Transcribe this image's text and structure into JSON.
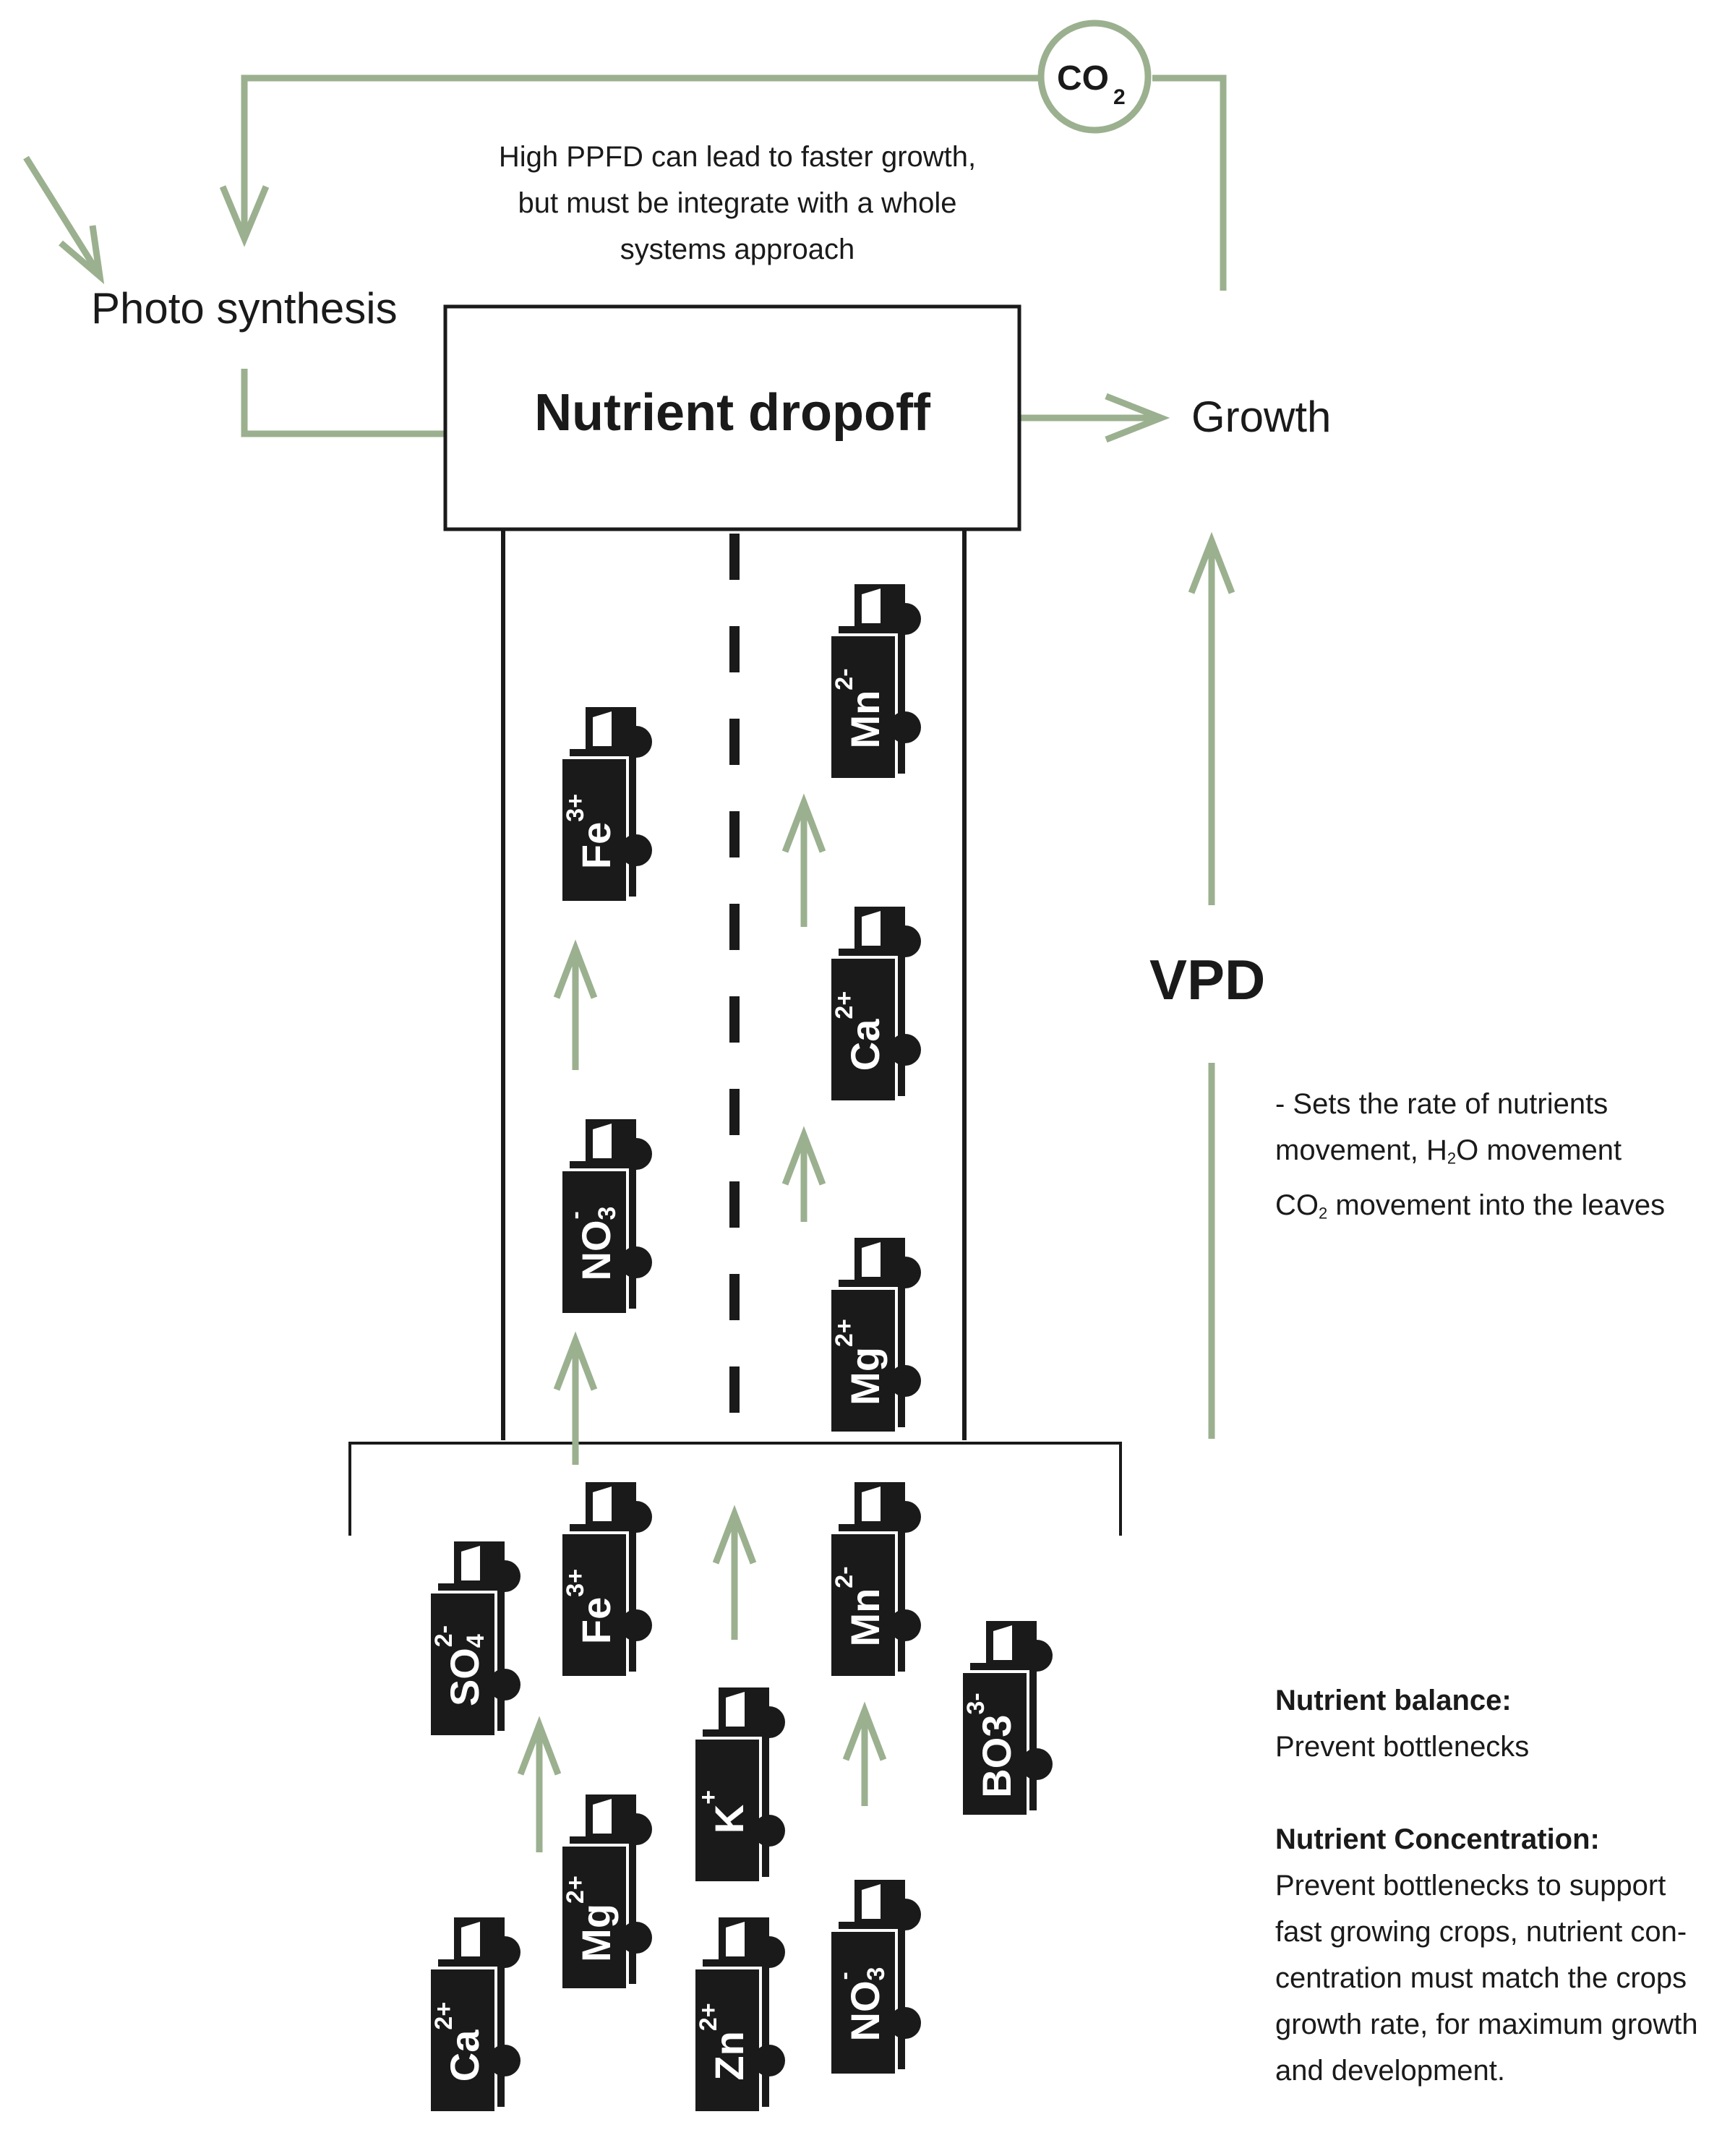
{
  "colors": {
    "arrow": "#9bb08f",
    "ink": "#1a1a1a",
    "box_fill": "#ffffff"
  },
  "caption": {
    "line1": "High PPFD can lead to faster growth,",
    "line2": "but must be integrate with a whole",
    "line3": "systems approach"
  },
  "labels": {
    "photosynthesis": "Photo synthesis",
    "growth": "Growth",
    "vpd": "VPD",
    "co2_main": "CO",
    "co2_sub": "2",
    "box_title": "Nutrient dropoff"
  },
  "vpd_note": {
    "line1": "- Sets the rate of nutrients",
    "line2a": "movement, H",
    "line2sub": "2",
    "line2b": "O movement",
    "line3a": "CO",
    "line3sub": "2",
    "line3b": " movement into the leaves"
  },
  "balance": {
    "heading1": "Nutrient balance:",
    "text1": "Prevent bottlenecks",
    "heading2": "Nutrient Concentration:",
    "text2_line1": "Prevent bottlenecks to support",
    "text2_line2": "fast growing crops, nutrient con-",
    "text2_line3": "centration must match the crops",
    "text2_line4": "growth rate, for maximum growth",
    "text2_line5": "and development."
  },
  "trucks": [
    {
      "name": "truck-fe-road",
      "base": "Fe",
      "sup": "3+",
      "sub": ""
    },
    {
      "name": "truck-mn-road",
      "base": "Mn",
      "sup": "2-",
      "sub": ""
    },
    {
      "name": "truck-ca-road",
      "base": "Ca",
      "sup": "2+",
      "sub": ""
    },
    {
      "name": "truck-no3-road",
      "base": "NO",
      "sup": "-",
      "sub": "3"
    },
    {
      "name": "truck-mg-road",
      "base": "Mg",
      "sup": "2+",
      "sub": ""
    },
    {
      "name": "truck-so4-pool",
      "base": "SO",
      "sup": "2-",
      "sub": "4"
    },
    {
      "name": "truck-fe-pool",
      "base": "Fe",
      "sup": "3+",
      "sub": ""
    },
    {
      "name": "truck-mn-pool",
      "base": "Mn",
      "sup": "2-",
      "sub": ""
    },
    {
      "name": "truck-bo3-pool",
      "base": "BO3",
      "sup": "3-",
      "sub": ""
    },
    {
      "name": "truck-k-pool",
      "base": "K",
      "sup": "+",
      "sub": ""
    },
    {
      "name": "truck-mg-pool",
      "base": "Mg",
      "sup": "2+",
      "sub": ""
    },
    {
      "name": "truck-ca-pool",
      "base": "Ca",
      "sup": "2+",
      "sub": ""
    },
    {
      "name": "truck-zn-pool",
      "base": "Zn",
      "sup": "2+",
      "sub": ""
    },
    {
      "name": "truck-no3-pool",
      "base": "NO",
      "sup": "-",
      "sub": "3"
    }
  ]
}
